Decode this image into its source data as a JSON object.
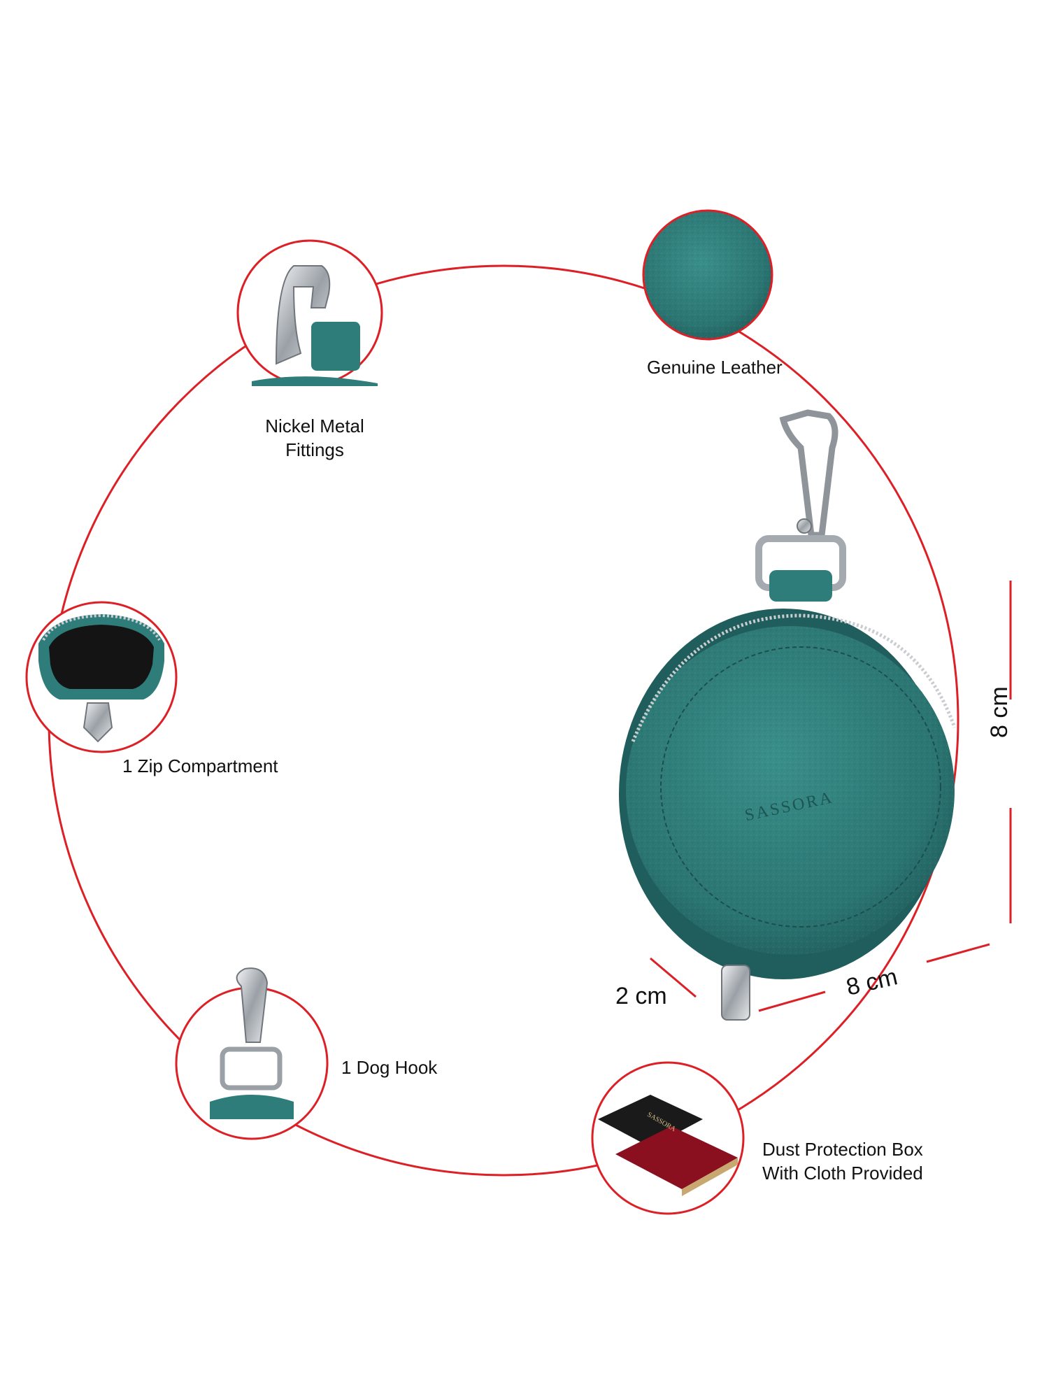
{
  "features": {
    "genuine_leather": "Genuine Leather",
    "nickel_metal_line1": "Nickel Metal",
    "nickel_metal_line2": "Fittings",
    "zip_compartment": "1 Zip Compartment",
    "dog_hook": "1 Dog Hook",
    "dust_box_line1": "Dust Protection Box",
    "dust_box_line2": "With Cloth Provided"
  },
  "dimensions": {
    "height": "8 cm",
    "width": "8 cm",
    "depth": "2 cm"
  },
  "brand": {
    "embossed_logo": "SASSORA",
    "box_logo": "SASSORA"
  },
  "colors": {
    "accent_ring": "#dd1f26",
    "leather": "#2f7d7a",
    "leather_dark": "#1f5e5c",
    "metal": "#c9ccd0"
  }
}
